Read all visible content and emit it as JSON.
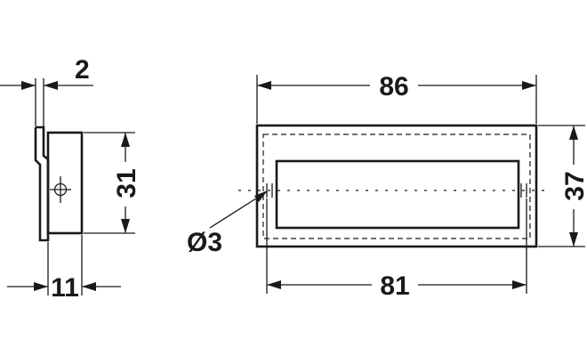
{
  "dimensions": {
    "side_thickness": "2",
    "side_height": "31",
    "side_depth": "11",
    "front_width": "86",
    "front_height": "37",
    "hole_pitch": "81",
    "hole_diameter": "Ø3"
  }
}
